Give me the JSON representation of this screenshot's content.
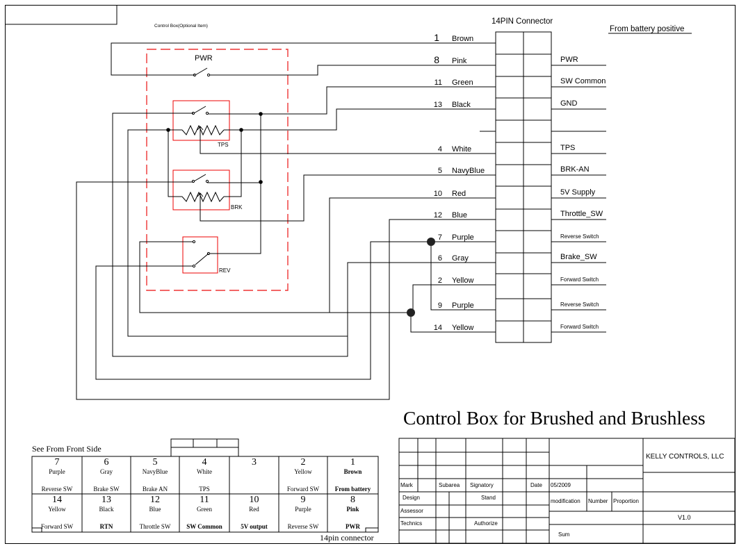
{
  "title": "Control Box for Brushed and Brushless",
  "control_box_label": "Control Box(Optional Item)",
  "connector_title": "14PIN Connector",
  "battery_label": "From battery positive",
  "switches": {
    "pwr": "PWR",
    "tps": "TPS",
    "brk": "BRK",
    "rev": "REV"
  },
  "pins": [
    {
      "num": "1",
      "color": "Brown"
    },
    {
      "num": "8",
      "color": "Pink"
    },
    {
      "num": "11",
      "color": "Green"
    },
    {
      "num": "13",
      "color": "Black"
    },
    {
      "num": "",
      "color": ""
    },
    {
      "num": "4",
      "color": "White"
    },
    {
      "num": "5",
      "color": "NavyBlue"
    },
    {
      "num": "10",
      "color": "Red"
    },
    {
      "num": "12",
      "color": "Blue"
    },
    {
      "num": "7",
      "color": "Purple"
    },
    {
      "num": "6",
      "color": "Gray"
    },
    {
      "num": "2",
      "color": "Yellow"
    },
    {
      "num": "9",
      "color": "Purple"
    },
    {
      "num": "14",
      "color": "Yellow"
    }
  ],
  "signals": [
    "",
    "PWR",
    "SW Common",
    "GND",
    "",
    "TPS",
    "BRK-AN",
    "5V Supply",
    "Throttle_SW",
    "Reverse Switch",
    "Brake_SW",
    "Forward Switch",
    "Reverse Switch",
    "Forward Switch"
  ],
  "front": {
    "caption": "See From Front Side",
    "footer": "14pin connector",
    "top": [
      {
        "num": "7",
        "color": "Purple",
        "func": "Reverse SW",
        "bold": false
      },
      {
        "num": "6",
        "color": "Gray",
        "func": "Brake SW",
        "bold": false
      },
      {
        "num": "5",
        "color": "NavyBlue",
        "func": "Brake AN",
        "bold": false
      },
      {
        "num": "4",
        "color": "White",
        "func": "TPS",
        "bold": false
      },
      {
        "num": "3",
        "color": "",
        "func": "",
        "bold": false
      },
      {
        "num": "2",
        "color": "Yellow",
        "func": "Forward SW",
        "bold": false
      },
      {
        "num": "1",
        "color": "Brown",
        "func": "From battery",
        "bold": true
      }
    ],
    "bottom": [
      {
        "num": "14",
        "color": "Yellow",
        "func": "Forward SW",
        "bold": false
      },
      {
        "num": "13",
        "color": "Black",
        "func": "RTN",
        "bold": true
      },
      {
        "num": "12",
        "color": "Blue",
        "func": "Throttle SW",
        "bold": false
      },
      {
        "num": "11",
        "color": "Green",
        "func": "SW Common",
        "bold": true
      },
      {
        "num": "10",
        "color": "Red",
        "func": "5V output",
        "bold": true
      },
      {
        "num": "9",
        "color": "Purple",
        "func": "Reverse SW",
        "bold": false
      },
      {
        "num": "8",
        "color": "Pink",
        "func": "PWR",
        "bold": true
      }
    ]
  },
  "title_block": {
    "company": "KELLY CONTROLS,  LLC",
    "version": "V1.0",
    "mark": "Mark",
    "subarea": "Subarea",
    "signatory": "Signatory",
    "date": "Date",
    "date_value": "05/2009",
    "design": "Design",
    "stand": "Stand",
    "assessor": "Assessor",
    "technics": "Technics",
    "authorize": "Authorize",
    "modification": "modification",
    "number": "Number",
    "proportion": "Proportion",
    "sum": "Sum"
  }
}
